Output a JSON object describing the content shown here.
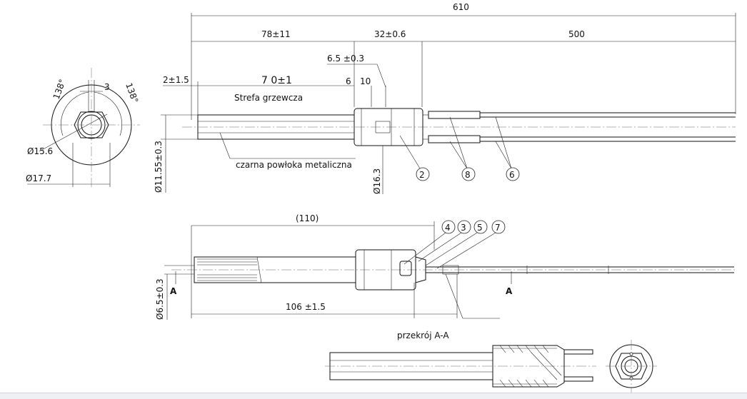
{
  "end_view": {
    "angle_left": "138°",
    "angle_right": "138°",
    "key_width": "3",
    "inner_diameter": "Ø15.6",
    "outer_diameter": "Ø17.7"
  },
  "top_view": {
    "overall_length": "610",
    "left_section": "78±11",
    "mid_section": "32±0.6",
    "lead_length": "500",
    "offset_small": "6.5 ±0.3",
    "start_gap": "2±1.5",
    "heated_length": "7 0±1",
    "gap_a": "6",
    "gap_b": "10",
    "heating_zone": "Strefa grzewcza",
    "coating": "czarna powłoka metaliczna",
    "body_diameter": "Ø11.55±0.3",
    "fitting_diameter": "Ø16.3",
    "callouts": [
      "2",
      "8",
      "6"
    ]
  },
  "side_view": {
    "fitting_length": "(110)",
    "thread_length": "106 ±1.5",
    "thread_diameter": "Ø6.5±0.3",
    "section_mark_left": "A",
    "section_mark_right": "A",
    "callouts": [
      "4",
      "3",
      "5",
      "7"
    ]
  },
  "section_view": {
    "caption": "przekrój A-A"
  }
}
